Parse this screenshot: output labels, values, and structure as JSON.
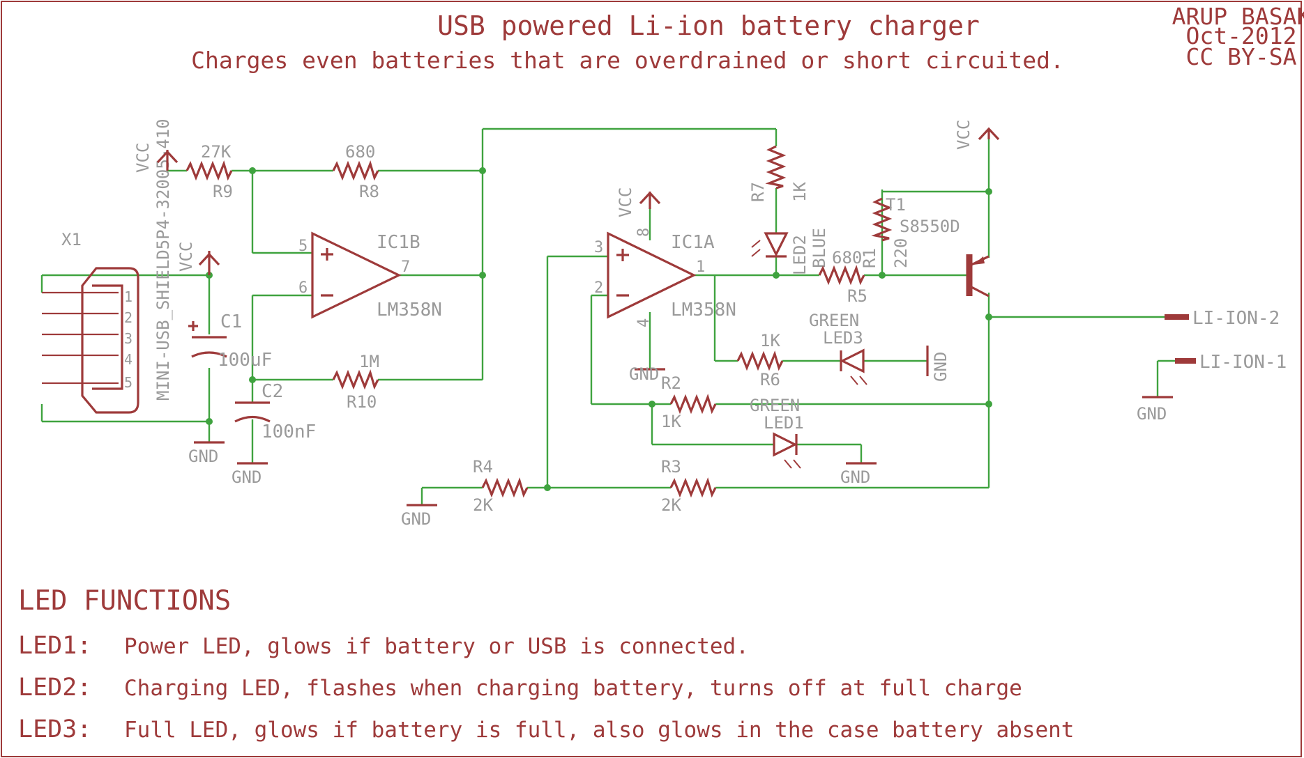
{
  "header": {
    "title": "USB powered Li-ion battery charger",
    "subtitle": "Charges even batteries that are overdrained or short circuited.",
    "author": "ARUP BASAK",
    "date": "Oct-2012",
    "license": "CC BY-SA"
  },
  "parts": {
    "x1": "X1",
    "x1_part": "MINI-USB_SHIELD5P4-32005-410",
    "x1_pins": [
      "1",
      "2",
      "3",
      "4",
      "5"
    ],
    "c1": "C1",
    "c1_val": "100uF",
    "c2": "C2",
    "c2_val": "100nF",
    "r9": "R9",
    "r9_val": "27K",
    "r8": "R8",
    "r8_val": "680",
    "r10": "R10",
    "r10_val": "1M",
    "r7": "R7",
    "r7_val": "1K",
    "r5": "R5",
    "r5_val": "680",
    "r1": "R1",
    "r1_val": "220",
    "r6": "R6",
    "r6_val": "1K",
    "r2": "R2",
    "r2_val": "1K",
    "r4": "R4",
    "r4_val": "2K",
    "r3": "R3",
    "r3_val": "2K",
    "ic1b": "IC1B",
    "ic1b_part": "LM358N",
    "ic1a": "IC1A",
    "ic1a_part": "LM358N",
    "pin5": "5",
    "pin6": "6",
    "pin7": "7",
    "pin3": "3",
    "pin2": "2",
    "pin1": "1",
    "pin8": "8",
    "pin4": "4",
    "led2": "LED2",
    "led2_color": "BLUE",
    "led3": "LED3",
    "led3_color": "GREEN",
    "led1": "LED1",
    "led1_color": "GREEN",
    "t1": "T1",
    "t1_part": "S8550D",
    "vcc": "VCC",
    "gnd": "GND",
    "li2": "LI-ION-2",
    "li1": "LI-ION-1"
  },
  "legend": {
    "heading": "LED FUNCTIONS",
    "items": [
      {
        "name": "LED1:",
        "text": "Power LED, glows if battery or USB is connected."
      },
      {
        "name": "LED2:",
        "text": "Charging LED, flashes when charging battery, turns off at full charge"
      },
      {
        "name": "LED3:",
        "text": "Full LED, glows if battery is full, also glows in the case battery absent"
      }
    ]
  }
}
